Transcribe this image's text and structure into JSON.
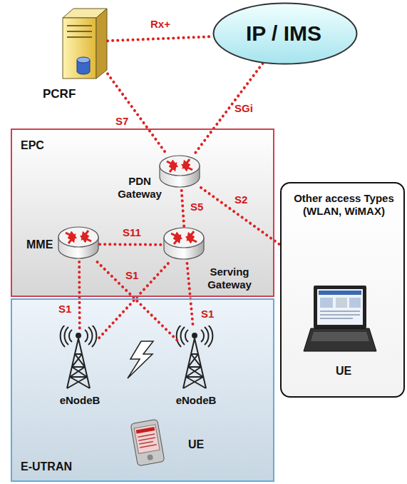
{
  "diagram": {
    "nodes": [
      {
        "text": [
          "PCRF"
        ]
      },
      {
        "text": [
          "IP / IMS"
        ]
      },
      {
        "text": [
          "EPC"
        ]
      },
      {
        "text": [
          "PDN Gateway"
        ],
        "in": 2
      },
      {
        "text": [
          "MME"
        ],
        "in": 2
      },
      {
        "text": [
          "Serving Gateway"
        ],
        "in": 2
      },
      {
        "text": [
          "E-UTRAN"
        ]
      },
      {
        "text": [
          "eNodeB"
        ],
        "in": 6
      },
      {
        "text": [
          "eNodeB"
        ],
        "in": 6
      },
      {
        "text": [
          "UE"
        ],
        "in": 6
      },
      {
        "text": [
          "Other access Types (WLAN, WiMAX)"
        ]
      },
      {
        "text": [
          "UE"
        ],
        "in": 10
      }
    ],
    "edges": [
      {
        "from": 0,
        "to": 1,
        "label": "Rx+",
        "arrow": "none"
      },
      {
        "from": 0,
        "to": 3,
        "label": "S7",
        "arrow": "none"
      },
      {
        "from": 1,
        "to": 3,
        "label": "SGi",
        "arrow": "none"
      },
      {
        "from": 3,
        "to": 5,
        "label": "S5",
        "arrow": "none"
      },
      {
        "from": 3,
        "to": 10,
        "label": "S2",
        "arrow": "none"
      },
      {
        "from": 4,
        "to": 5,
        "label": "S11",
        "arrow": "none"
      },
      {
        "from": 4,
        "to": 7,
        "label": "S1",
        "arrow": "none"
      },
      {
        "from": 4,
        "to": 8,
        "label": "S1",
        "arrow": "none"
      },
      {
        "from": 5,
        "to": 7,
        "arrow": "none"
      },
      {
        "from": 5,
        "to": 8,
        "label": "S1",
        "arrow": "none"
      }
    ]
  }
}
